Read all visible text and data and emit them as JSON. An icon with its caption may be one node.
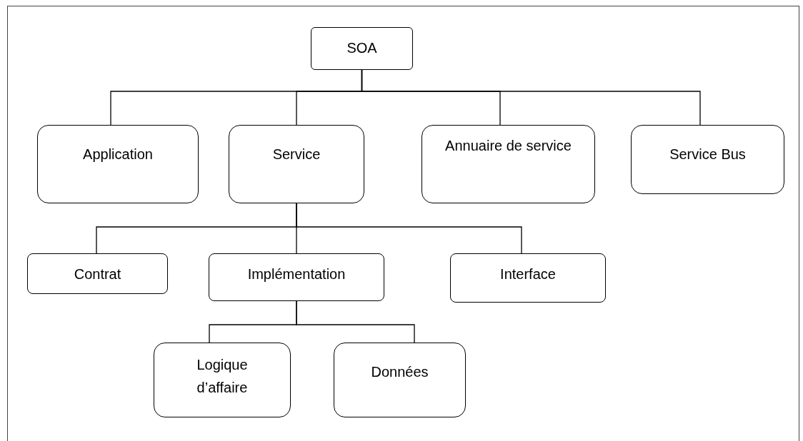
{
  "diagram": {
    "nodes": [
      {
        "text": [
          "SOA"
        ]
      },
      {
        "text": [
          "Application"
        ]
      },
      {
        "text": [
          "Service"
        ]
      },
      {
        "text": [
          "Annuaire de service"
        ]
      },
      {
        "text": [
          "Service Bus"
        ]
      },
      {
        "text": [
          "Contrat"
        ]
      },
      {
        "text": [
          "Implémentation"
        ]
      },
      {
        "text": [
          "Interface"
        ]
      },
      {
        "text": [
          "Logique d’affaire"
        ]
      },
      {
        "text": [
          "Données"
        ]
      }
    ],
    "edges": [
      {
        "from": 0,
        "to": 1,
        "arrow": "none"
      },
      {
        "from": 0,
        "to": 2,
        "arrow": "none"
      },
      {
        "from": 0,
        "to": 3,
        "arrow": "none"
      },
      {
        "from": 0,
        "to": 4,
        "arrow": "none"
      },
      {
        "from": 2,
        "to": 5,
        "arrow": "none"
      },
      {
        "from": 2,
        "to": 6,
        "arrow": "none"
      },
      {
        "from": 2,
        "to": 7,
        "arrow": "none"
      },
      {
        "from": 6,
        "to": 8,
        "arrow": "none"
      },
      {
        "from": 6,
        "to": 9,
        "arrow": "none"
      }
    ]
  }
}
